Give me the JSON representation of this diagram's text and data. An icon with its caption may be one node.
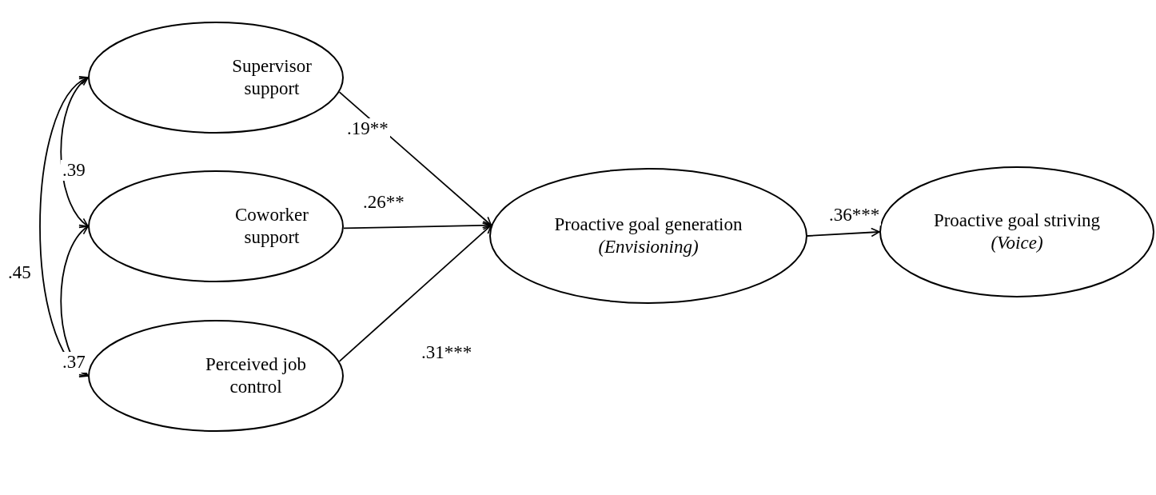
{
  "diagram": {
    "nodes": [
      {
        "text": [
          "Supervisor support"
        ]
      },
      {
        "text": [
          "Coworker support"
        ]
      },
      {
        "text": [
          "Perceived job control"
        ]
      },
      {
        "text": [
          "Proactive goal generation",
          "(Envisioning)"
        ]
      },
      {
        "text": [
          "Proactive goal striving",
          "(Voice)"
        ]
      }
    ],
    "edges": [
      {
        "from": 0,
        "to": 3,
        "arrow": "to",
        "label": ".19**"
      },
      {
        "from": 1,
        "to": 3,
        "arrow": "to",
        "label": ".26**"
      },
      {
        "from": 2,
        "to": 3,
        "arrow": "to",
        "label": ".31***"
      },
      {
        "from": 3,
        "to": 4,
        "arrow": "to",
        "label": ".36***"
      },
      {
        "from": 0,
        "to": 1,
        "arrow": "both",
        "label": ".39"
      },
      {
        "from": 1,
        "to": 2,
        "arrow": "both",
        "label": ".37"
      },
      {
        "from": 0,
        "to": 2,
        "arrow": "both",
        "label": ".45"
      }
    ]
  }
}
